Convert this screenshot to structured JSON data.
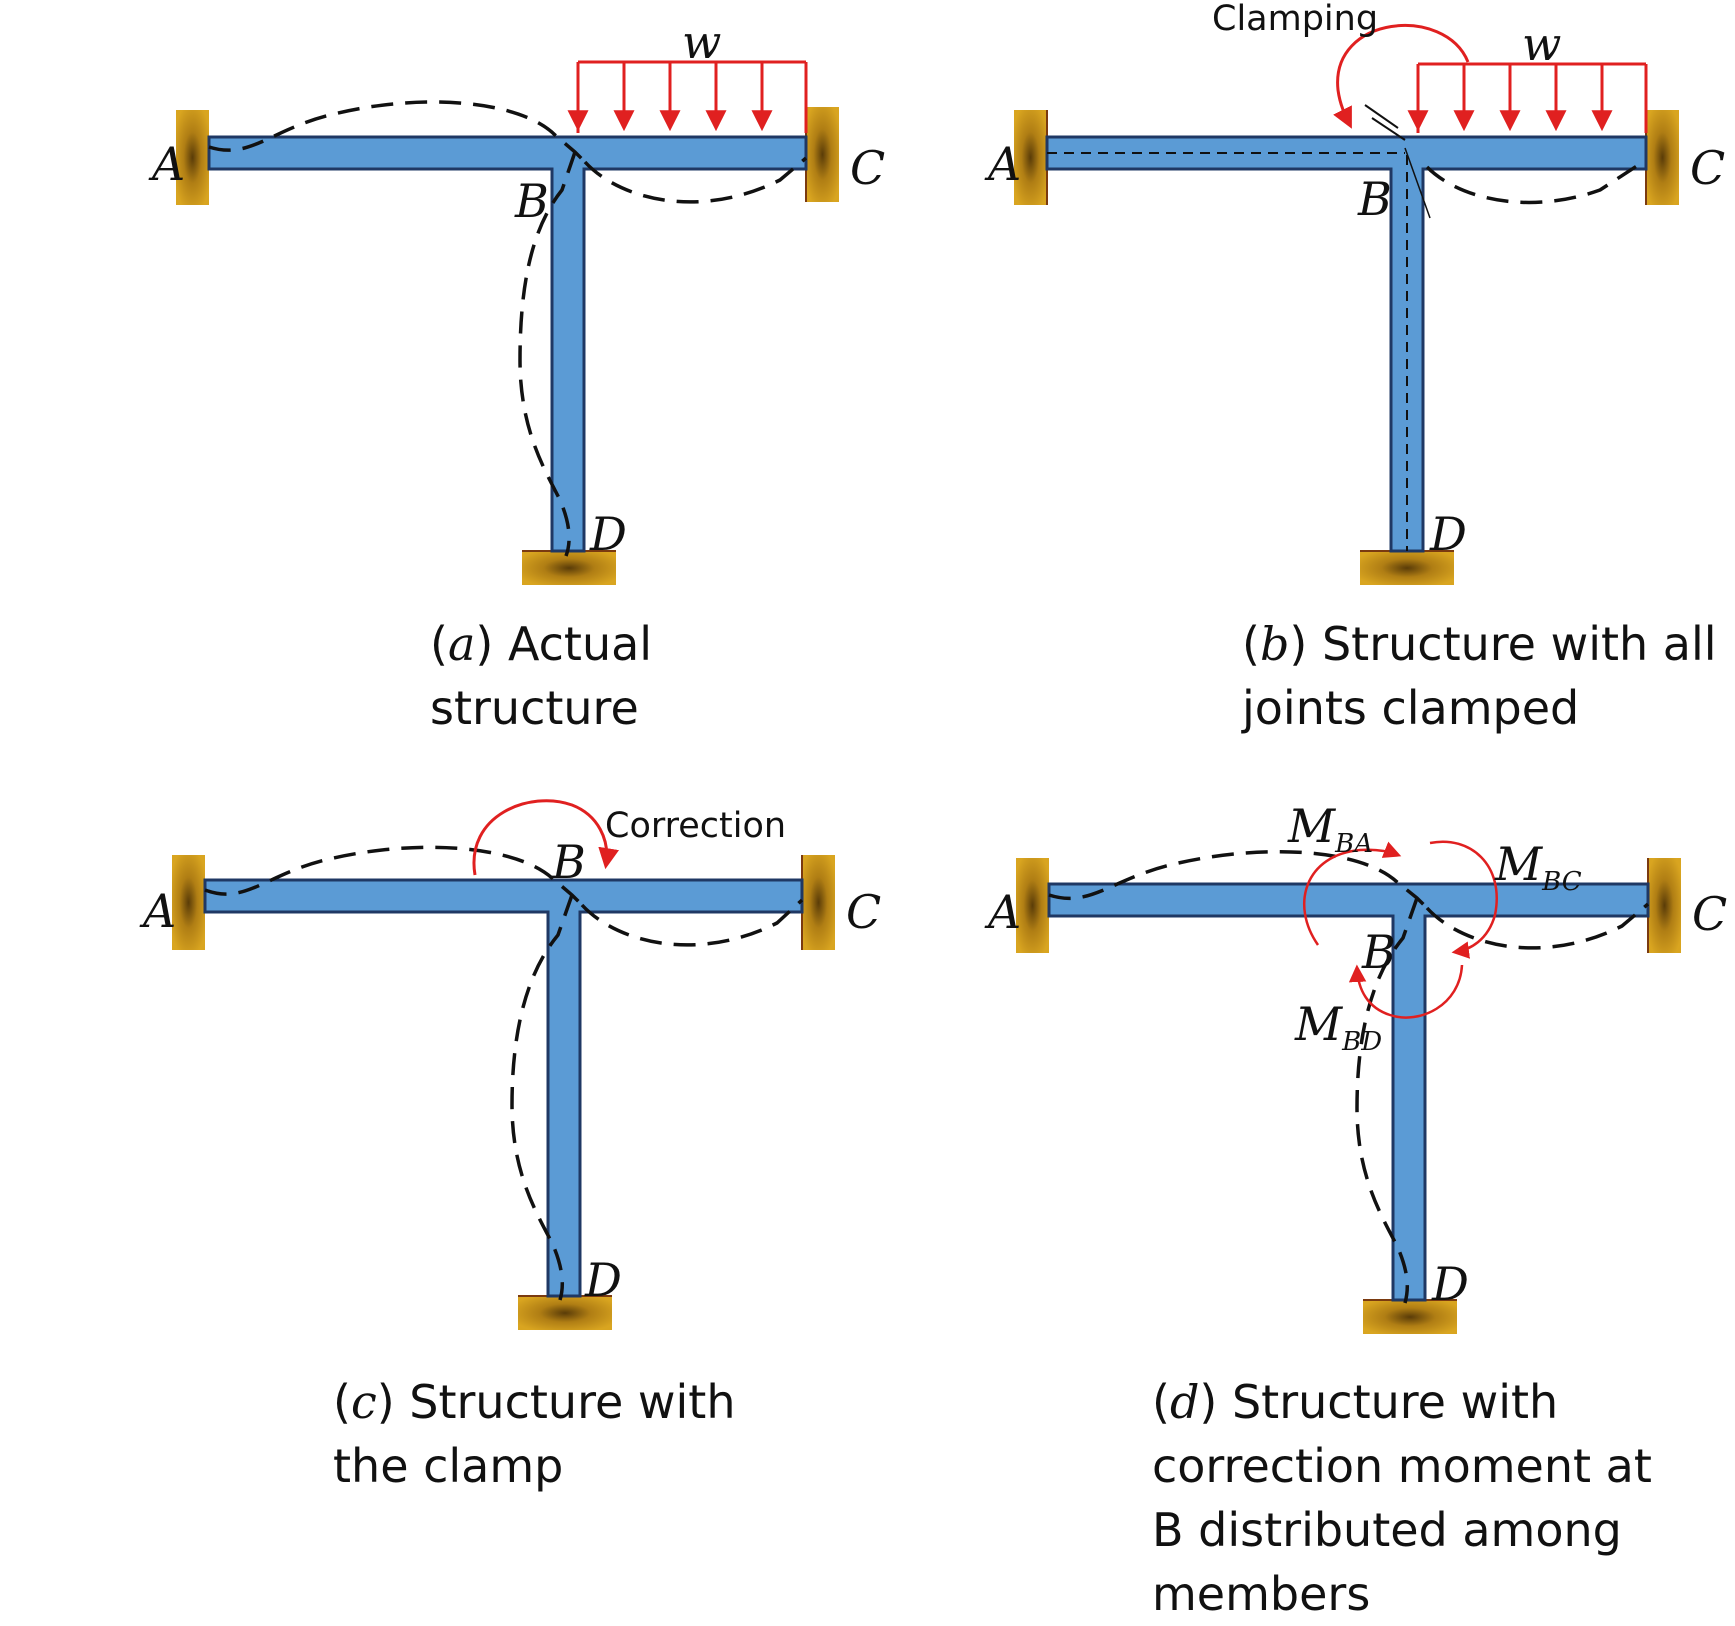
{
  "panels": [
    {
      "id": "a",
      "caption": {
        "letter": "a",
        "text_line1": ") Actual",
        "text_line2": "structure"
      },
      "labels": {
        "A": "A",
        "B": "B",
        "C": "C",
        "D": "D",
        "w": "w"
      }
    },
    {
      "id": "b",
      "caption": {
        "letter": "b",
        "text_line1": ") Structure with all",
        "text_line2": "joints clamped"
      },
      "labels": {
        "A": "A",
        "B": "B",
        "C": "C",
        "D": "D",
        "w": "w"
      },
      "annotation": "Clamping"
    },
    {
      "id": "c",
      "caption": {
        "letter": "c",
        "text_line1": ") Structure with",
        "text_line2": "the clamp"
      },
      "labels": {
        "A": "A",
        "B": "B",
        "C": "C",
        "D": "D"
      },
      "annotation": "Correction"
    },
    {
      "id": "d",
      "caption": {
        "letter": "d",
        "text_line1": ") Structure with",
        "text_line2": "correction moment at",
        "text_line3": "B distributed among",
        "text_line4": "members"
      },
      "labels": {
        "A": "A",
        "B": "B",
        "C": "C",
        "D": "D"
      },
      "moments": {
        "M": "M",
        "BA": "BA",
        "BC": "BC",
        "BD": "BD"
      }
    }
  ],
  "colors": {
    "member": "#5b9bd5",
    "member_edge": "#1f3864",
    "support": "#c9961a",
    "load": "#e02020",
    "deflected": "#111111"
  }
}
